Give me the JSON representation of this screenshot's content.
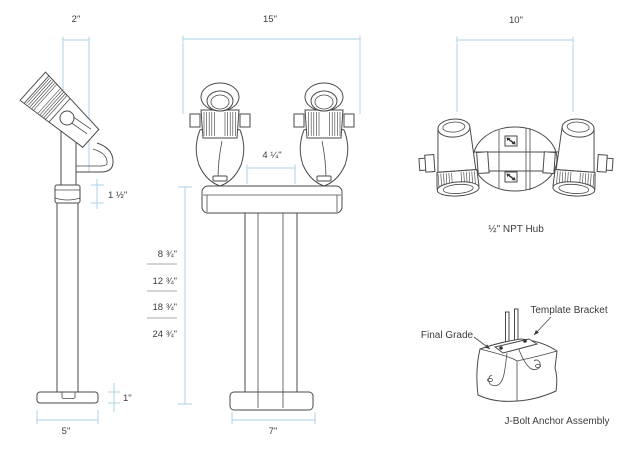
{
  "colors": {
    "background": "#ffffff",
    "line_art": "#4a4a4a",
    "dimension_lines": "#aed2e6",
    "text": "#3c3c3c",
    "separator": "#a8a8a8"
  },
  "views": {
    "side": {
      "dim_post_width": "2\"",
      "dim_collar_height": "1 ½\"",
      "dim_base_height": "1\"",
      "dim_base_width": "5\""
    },
    "front": {
      "dim_overall_width": "15\"",
      "dim_hub_spacing": "4 ¼\"",
      "height_options": [
        "8 ¾\"",
        "12 ¾\"",
        "18 ¾\"",
        "24 ¾\""
      ],
      "dim_base_width": "7\""
    },
    "top": {
      "dim_lamp_spacing": "10\"",
      "caption": "½\" NPT Hub"
    },
    "anchor_detail": {
      "label_final_grade": "Final Grade",
      "label_template_bracket": "Template Bracket",
      "caption": "J-Bolt Anchor Assembly"
    }
  }
}
